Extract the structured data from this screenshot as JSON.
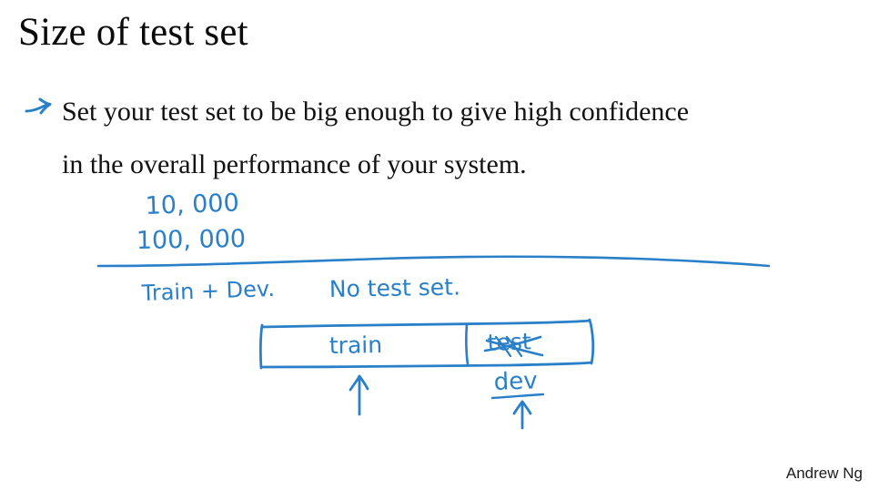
{
  "slide": {
    "title": "Size of test set",
    "bullet_marker_icon": "hand-drawn-arrow-icon",
    "body_lines": [
      "Set your test set to be big enough to give high confidence",
      "in the overall performance of your system."
    ],
    "footer": "Andrew Ng"
  },
  "annotations": {
    "ink_color": "#2a80c8",
    "sizes": [
      {
        "name": "ten-thousand",
        "text": "10, 000"
      },
      {
        "name": "hundred-thousand",
        "text": "100, 000"
      }
    ],
    "divider_icon": "hand-drawn-horizontal-rule-icon",
    "labels": [
      {
        "name": "train-plus-dev-label",
        "text": "Train + Dev."
      },
      {
        "name": "no-test-set-label",
        "text": "No  test  set."
      }
    ],
    "split_bar": {
      "name": "train-test-split-box",
      "left_segment_label": "train",
      "right_segment_label": "test",
      "right_segment_struck_through": true,
      "renamed_to": "dev"
    },
    "arrows": [
      {
        "name": "train-pointer-arrow",
        "direction": "up"
      },
      {
        "name": "dev-pointer-arrow",
        "direction": "up"
      }
    ]
  },
  "colors": {
    "ink_blue": "#2a80c8",
    "title_black": "#0a0a0a",
    "body_black": "#121212",
    "background": "#ffffff"
  }
}
